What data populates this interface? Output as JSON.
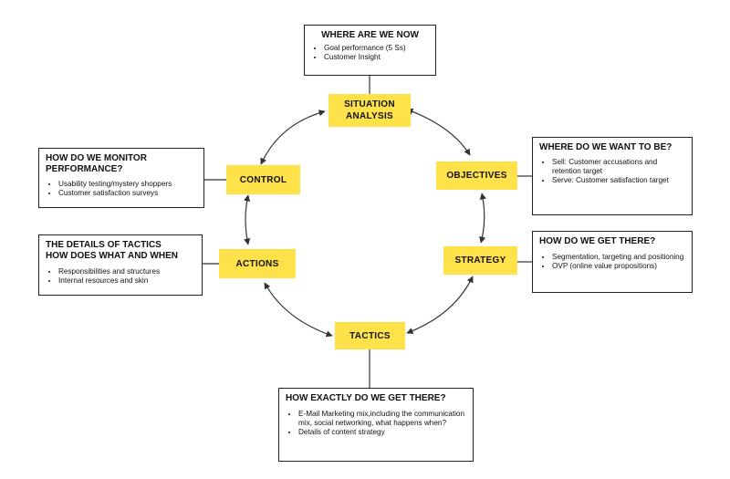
{
  "stages": {
    "situation_analysis": [
      "SITUATION",
      "ANALYSIS"
    ],
    "objectives": "OBJECTIVES",
    "strategy": "STRATEGY",
    "tactics": "TACTICS",
    "actions": "ACTIONS",
    "control": "CONTROL"
  },
  "notes": {
    "where_now": {
      "title": "WHERE ARE WE NOW",
      "items": [
        "Goal performance (5 Ss)",
        "Customer Insight"
      ]
    },
    "where_want": {
      "title": "WHERE DO WE WANT TO BE?",
      "items": [
        "Sell: Customer accusations and retention target",
        "Serve: Customer satisfaction target"
      ]
    },
    "get_there": {
      "title": "HOW DO WE GET THERE?",
      "items": [
        "Segmentation, targeting and positioning",
        "OVP (online value propositions)"
      ]
    },
    "exactly": {
      "title": "HOW EXACTLY DO WE GET THERE?",
      "items": [
        "E-Mail Marketing mix,including the communication mix, social networking, what happens when?",
        "Details of content strategy"
      ]
    },
    "tactics_details": {
      "title_lines": [
        "THE DETAILS OF TACTICS",
        "HOW DOES WHAT AND WHEN"
      ],
      "items": [
        "Responsibilities and structures",
        "Internal resources and skin"
      ]
    },
    "monitor": {
      "title_lines": [
        "HOW DO WE MONITOR",
        "PERFORMANCE?"
      ],
      "items": [
        "Usability testing/mystery shoppers",
        "Customer satisfaction surveys"
      ]
    }
  },
  "colors": {
    "stage_fill": "#ffe14a",
    "line": "#333333"
  }
}
